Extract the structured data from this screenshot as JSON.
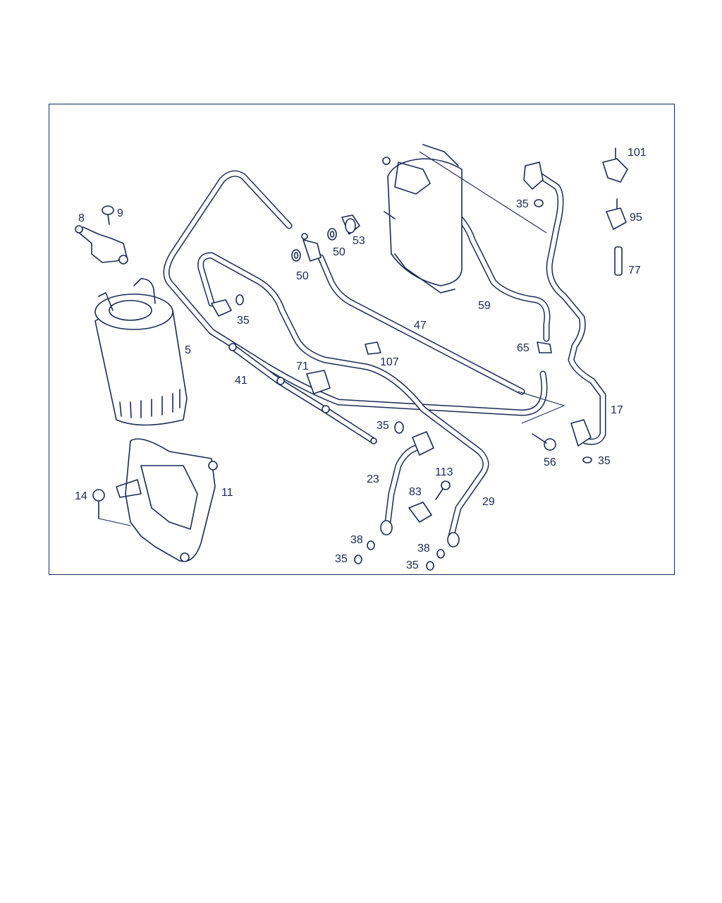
{
  "diagram": {
    "stroke_color": "#1a2a55",
    "background_color": "#ffffff",
    "callouts": [
      "101",
      "9",
      "8",
      "53",
      "50",
      "50",
      "35",
      "95",
      "77",
      "35",
      "5",
      "59",
      "47",
      "65",
      "107",
      "71",
      "41",
      "17",
      "35",
      "56",
      "35",
      "113",
      "23",
      "83",
      "11",
      "14",
      "29",
      "38",
      "35",
      "38",
      "35"
    ]
  }
}
